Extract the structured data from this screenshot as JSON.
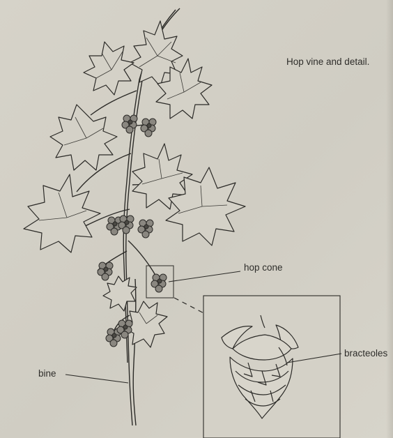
{
  "caption": "Hop vine and detail.",
  "labels": {
    "hop_cone": "hop cone",
    "bracteoles": "bracteoles",
    "bine": "bine"
  }
}
